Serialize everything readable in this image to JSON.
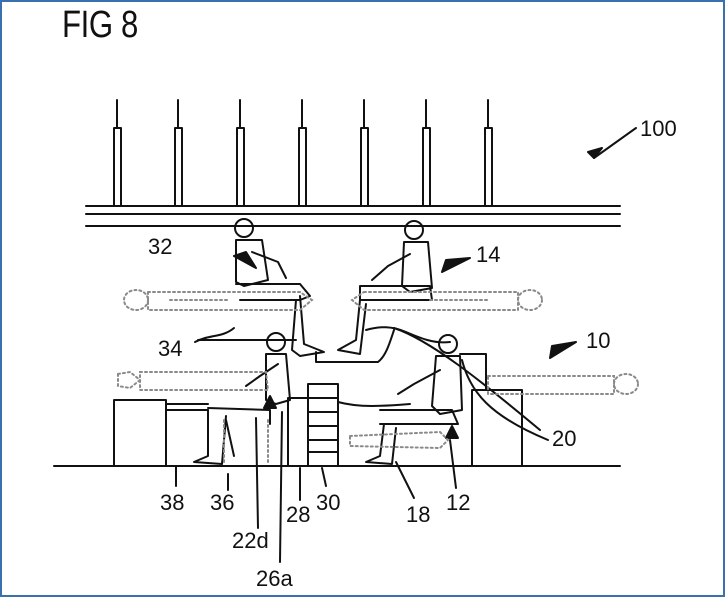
{
  "figure": {
    "title": "FIG 8",
    "colors": {
      "frame": "#3a6fb0",
      "ink": "#111111",
      "dotted": "#8a8a8a"
    },
    "labels": {
      "l100": "100",
      "l32": "32",
      "l14": "14",
      "l34": "34",
      "l10": "10",
      "l20": "20",
      "l38": "38",
      "l36": "36",
      "l22d": "22d",
      "l28": "28",
      "l30": "30",
      "l18": "18",
      "l12": "12",
      "l26a": "26a"
    }
  }
}
